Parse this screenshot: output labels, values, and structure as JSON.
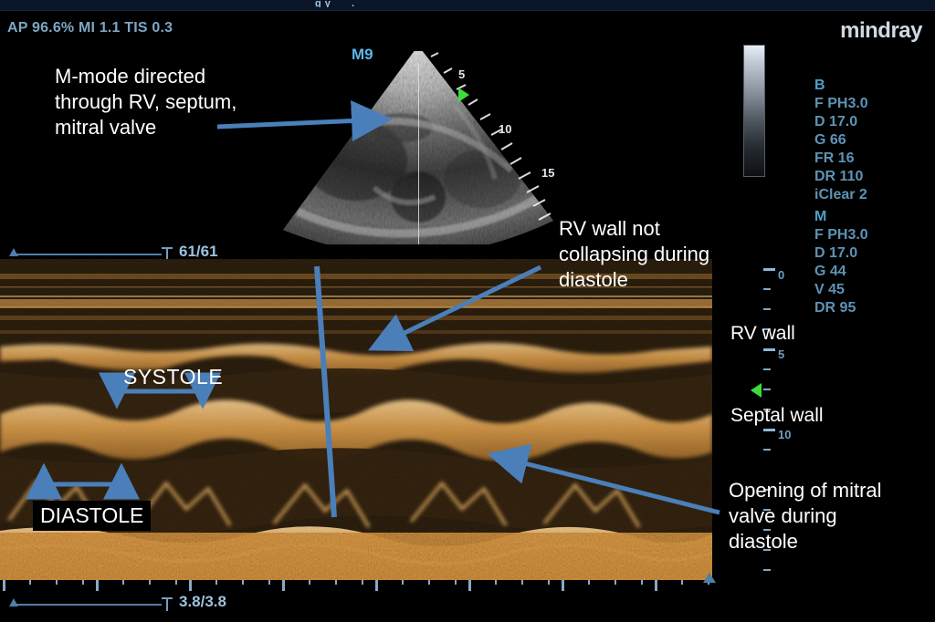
{
  "device": {
    "brand": "mindray",
    "status_line": "AP 96.6%  MI 1.1 TIS 0.3",
    "topbar_fragment_left": "g y",
    "topbar_fragment_right": "."
  },
  "bmode": {
    "probe_label": "M9",
    "depth_ticks": [
      "5",
      "10",
      "15"
    ],
    "marker_icon": "green-triangle-marker"
  },
  "params": {
    "b_heading": "B",
    "b_rows": [
      "F PH3.0",
      "D 17.0",
      "G 66",
      "FR 16",
      "DR 110",
      "iClear 2"
    ],
    "m_heading": "M",
    "m_rows": [
      "F PH3.0",
      "D 17.0",
      "G 44",
      "V 45",
      "DR 95"
    ]
  },
  "measure": {
    "top_value": "61/61",
    "bottom_value": "3.8/3.8"
  },
  "depth_scale": {
    "labels": [
      "0",
      "5",
      "10"
    ]
  },
  "annotations": {
    "mmode_direction": "M-mode directed\nthrough RV, septum,\nmitral valve",
    "rv_wall_not_collapsing": "RV wall not\ncollapsing during\ndiastole",
    "mitral_opening": "Opening of mitral\nvalve during\ndiastole",
    "rv_wall": "RV wall",
    "septal_wall": "Septal wall",
    "systole": "SYSTOLE",
    "diastole": "DIASTOLE"
  },
  "colors": {
    "annotation_arrow": "#4a7fba",
    "brand_text": "#cfd9e4",
    "param_text": "#5d93b5",
    "status_text": "#7da6c4",
    "marker_green": "#3ddc3d",
    "mmode_tissue": "#c98b3c",
    "background": "#000000"
  }
}
